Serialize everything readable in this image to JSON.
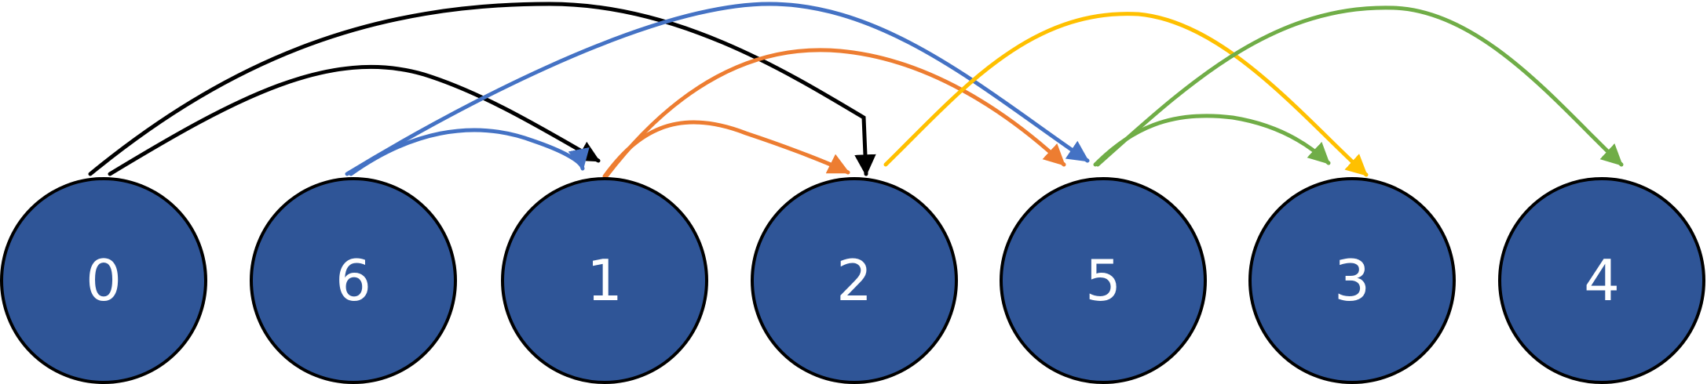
{
  "colors": {
    "node_fill": "#2f5597",
    "node_stroke": "#000000",
    "label": "#ffffff",
    "black": "#000000",
    "blue": "#4472c4",
    "orange": "#ed7d31",
    "yellow": "#ffc000",
    "green": "#70ad47"
  },
  "nodes": [
    {
      "id": "n0",
      "label": "0"
    },
    {
      "id": "n6",
      "label": "6"
    },
    {
      "id": "n1",
      "label": "1"
    },
    {
      "id": "n2",
      "label": "2"
    },
    {
      "id": "n5",
      "label": "5"
    },
    {
      "id": "n3",
      "label": "3"
    },
    {
      "id": "n4",
      "label": "4"
    }
  ],
  "edges": [
    {
      "from": "0",
      "to": "1",
      "color": "black"
    },
    {
      "from": "0",
      "to": "2",
      "color": "black"
    },
    {
      "from": "6",
      "to": "1",
      "color": "blue"
    },
    {
      "from": "6",
      "to": "5",
      "color": "blue"
    },
    {
      "from": "1",
      "to": "2",
      "color": "orange"
    },
    {
      "from": "1",
      "to": "5",
      "color": "orange"
    },
    {
      "from": "2",
      "to": "3",
      "color": "yellow"
    },
    {
      "from": "5",
      "to": "3",
      "color": "green"
    },
    {
      "from": "5",
      "to": "4",
      "color": "green"
    }
  ]
}
